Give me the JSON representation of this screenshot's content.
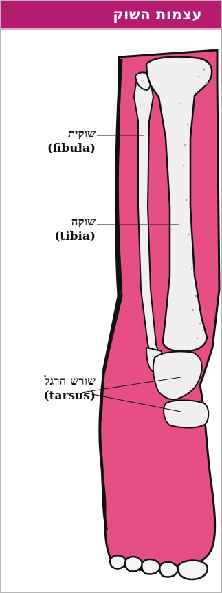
{
  "title": "עצמות השוק",
  "colors": {
    "header": "#b51b6e",
    "skin": "#e64f86",
    "bone": "#f0eeee",
    "outline": "#111111"
  },
  "labels": [
    {
      "key": "fibula",
      "hebrew": "שוקית",
      "latin": "(fibula)"
    },
    {
      "key": "tibia",
      "hebrew": "שוקה",
      "latin": "(tibia)"
    },
    {
      "key": "tarsus",
      "hebrew": "שורש הרגל",
      "latin": "(tarsus)"
    }
  ]
}
